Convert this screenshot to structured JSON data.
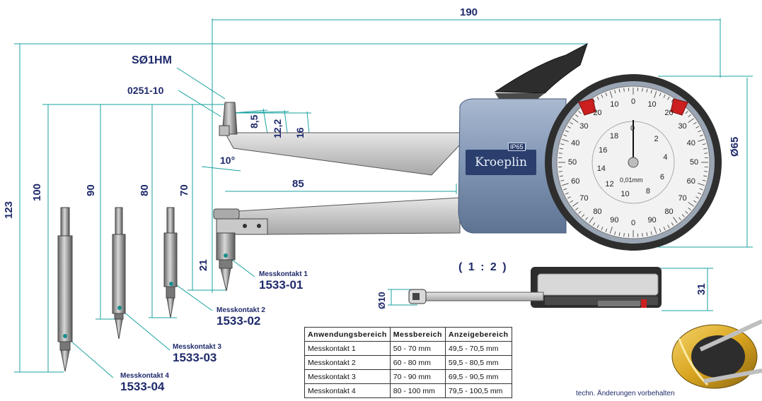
{
  "dimensions": {
    "overall_length": "190",
    "dial_diameter": "Ø65",
    "total_height": "123",
    "probe_h1": "100",
    "probe_h2": "90",
    "probe_h3": "80",
    "probe_h4": "70",
    "arm_length": "85",
    "tip_8_5": "8,5",
    "tip_12_2": "12,2",
    "tip_16": "16",
    "angle": "10°",
    "contact_height": "21",
    "shaft_dia": "Ø10",
    "body_thickness": "31"
  },
  "callouts": {
    "tip_type": "SØ1HM",
    "tip_part": "0251-10"
  },
  "contacts": [
    {
      "label": "Messkontakt 1",
      "part": "1533-01"
    },
    {
      "label": "Messkontakt 2",
      "part": "1533-02"
    },
    {
      "label": "Messkontakt 3",
      "part": "1533-03"
    },
    {
      "label": "Messkontakt 4",
      "part": "1533-04"
    }
  ],
  "brand": {
    "name": "Kroeplin",
    "tag": "IP65"
  },
  "dial": {
    "unit": "0,01mm",
    "outer": [
      "10",
      "20",
      "30",
      "40",
      "50",
      "60",
      "70",
      "80",
      "90",
      "0",
      "90",
      "80",
      "70",
      "60",
      "50",
      "40",
      "30",
      "20",
      "10",
      "0"
    ],
    "inner_left": [
      "18",
      "16",
      "14",
      "12",
      "10"
    ],
    "inner_right": [
      "2",
      "4",
      "6",
      "8"
    ],
    "inner_top": "0"
  },
  "scale": "( 1 : 2 )",
  "table": {
    "headers": [
      "Anwendungsbereich",
      "Messbereich",
      "Anzeigebereich"
    ],
    "rows": [
      [
        "Messkontakt 1",
        "50 - 70 mm",
        "49,5 - 70,5 mm"
      ],
      [
        "Messkontakt 2",
        "60 - 80 mm",
        "59,5 - 80,5 mm"
      ],
      [
        "Messkontakt 3",
        "70 - 90 mm",
        "69,5 - 90,5 mm"
      ],
      [
        "Messkontakt 4",
        "80 - 100 mm",
        "79,5 - 100,5 mm"
      ]
    ]
  },
  "note": "techn. Änderungen vorbehalten",
  "colors": {
    "dimension": "#1f2a6b",
    "dim_line": "#1aa2a0",
    "body": "#7f93b0",
    "red": "#cc1f1f"
  }
}
